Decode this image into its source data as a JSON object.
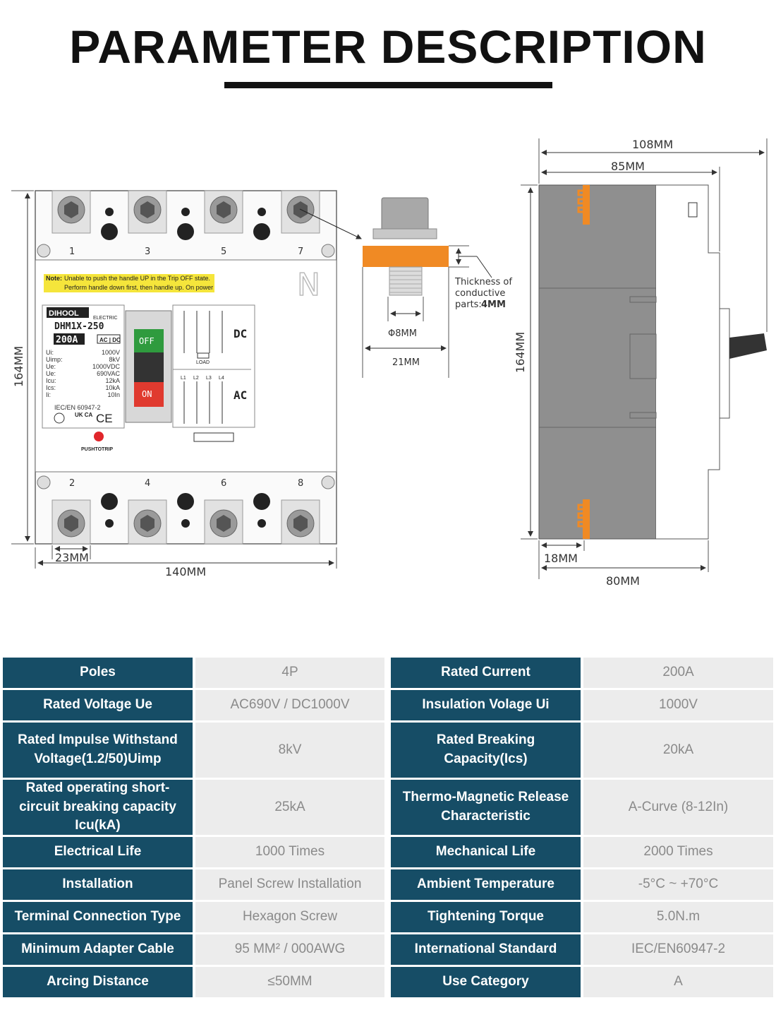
{
  "header": {
    "title": "PARAMETER DESCRIPTION"
  },
  "front_view": {
    "terminal_numbers_top": [
      "1",
      "3",
      "5",
      "7"
    ],
    "terminal_numbers_bottom": [
      "2",
      "4",
      "6",
      "8"
    ],
    "note_label": "Note:",
    "note_line1": "Unable to push the handle UP in the Trip OFF state.",
    "note_line2": "Perform handle down first, then handle up. On power",
    "neutral_mark": "N",
    "brand": "DIHOOL",
    "brand_sub": "ELECTRIC",
    "model": "DHM1X-250",
    "rating": "200A",
    "acdc_badge": "AC | DC",
    "spec_labels": [
      "Ui:",
      "Uimp:",
      "Ue:",
      "Ue:",
      "Icu:",
      "Ics:",
      "Ii:"
    ],
    "spec_values": [
      "1000V",
      "8kV",
      "1000VDC",
      "690VAC",
      "12kA",
      "10kA",
      "10In"
    ],
    "standard": "IEC/EN 60947-2",
    "cert_marks": [
      "UK CA",
      "CE"
    ],
    "handle_off": "OFF",
    "handle_on": "ON",
    "push_to_trip": "PUSHTOTRIP",
    "dc_label": "DC",
    "ac_label": "AC",
    "load_label": "LOAD",
    "phase_labels": [
      "L1",
      "L2",
      "L3",
      "L4"
    ],
    "dim_height": "164MM",
    "dim_width": "140MM",
    "dim_terminal": "23MM"
  },
  "terminal_detail": {
    "annotation_line1": "Thickness of",
    "annotation_line2": "conductive",
    "annotation_line3_prefix": "parts:",
    "annotation_line3_bold": "4MM",
    "dim_bolt": "Φ8MM",
    "dim_plate": "21MM"
  },
  "side_view": {
    "dim_total_depth": "108MM",
    "dim_body_depth": "85MM",
    "dim_height": "164MM",
    "dim_terminal_offset": "18MM",
    "dim_base_depth": "80MM"
  },
  "colors": {
    "header_cell": "#164d66",
    "value_cell": "#ececec",
    "terminal_orange": "#f08a24",
    "body_grey": "#8f8f8f",
    "off_green": "#2f9b3e",
    "on_red": "#e03a2f",
    "note_yellow": "#f5e53b"
  },
  "specs": {
    "rows": [
      {
        "k1": "Poles",
        "v1": "4P",
        "k2": "Rated Current",
        "v2": "200A"
      },
      {
        "k1": "Rated Voltage Ue",
        "v1": "AC690V / DC1000V",
        "k2": "Insulation Volage Ui",
        "v2": "1000V"
      },
      {
        "k1": "Rated Impulse Withstand Voltage(1.2/50)Uimp",
        "v1": "8kV",
        "k2": "Rated Breaking Capacity(Ics)",
        "v2": "20kA"
      },
      {
        "k1": "Rated operating short-circuit breaking capacity Icu(kA)",
        "v1": "25kA",
        "k2": "Thermo-Magnetic Release Characteristic",
        "v2": "A-Curve (8-12In)"
      },
      {
        "k1": "Electrical Life",
        "v1": "1000 Times",
        "k2": "Mechanical Life",
        "v2": "2000 Times"
      },
      {
        "k1": "Installation",
        "v1": "Panel Screw Installation",
        "k2": "Ambient Temperature",
        "v2": "-5°C ~ +70°C"
      },
      {
        "k1": "Terminal Connection Type",
        "v1": "Hexagon Screw",
        "k2": "Tightening Torque",
        "v2": "5.0N.m"
      },
      {
        "k1": "Minimum Adapter Cable",
        "v1": "95 MM² / 000AWG",
        "k2": "International Standard",
        "v2": "IEC/EN60947-2"
      },
      {
        "k1": "Arcing Distance",
        "v1": "≤50MM",
        "k2": "Use Category",
        "v2": "A"
      }
    ]
  }
}
